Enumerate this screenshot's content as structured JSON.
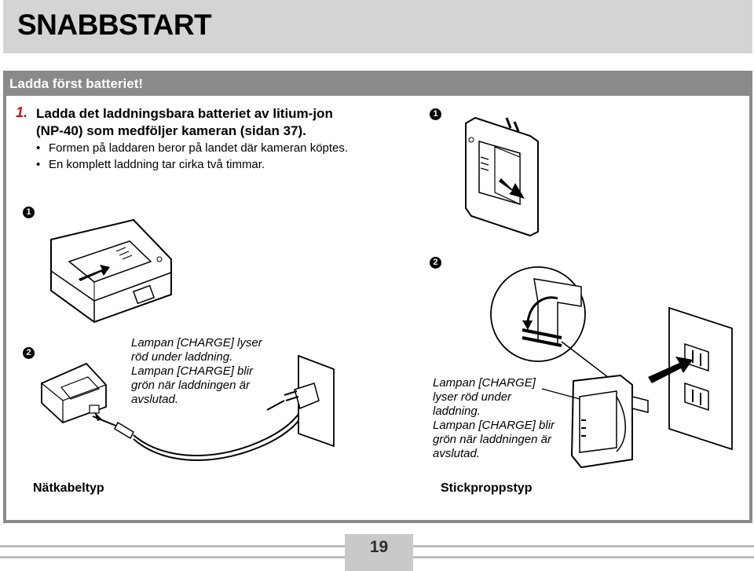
{
  "header": {
    "title": "SNABBSTART"
  },
  "section": {
    "title": "Ladda först batteriet!"
  },
  "step": {
    "number": "1.",
    "line1": "Ladda det laddningsbara batteriet av litium-jon",
    "line2": "(NP-40) som medföljer kameran (sidan 37).",
    "bullets": [
      "Formen på laddaren beror på landet där kameran köptes.",
      "En komplett laddning tar cirka två timmar."
    ]
  },
  "markers": {
    "one": "1",
    "two": "2"
  },
  "cable_type": {
    "caption_lines": [
      "Lampan [CHARGE] lyser",
      "röd under laddning.",
      "Lampan [CHARGE] blir",
      "grön när laddningen är",
      "avslutad."
    ],
    "label": "Nätkabeltyp"
  },
  "plug_type": {
    "caption_lines": [
      "Lampan [CHARGE]",
      "lyser röd under",
      "laddning.",
      "Lampan [CHARGE] blir",
      "grön när laddningen är",
      "avslutad."
    ],
    "label": "Stickproppstyp"
  },
  "page": {
    "number": "19"
  }
}
